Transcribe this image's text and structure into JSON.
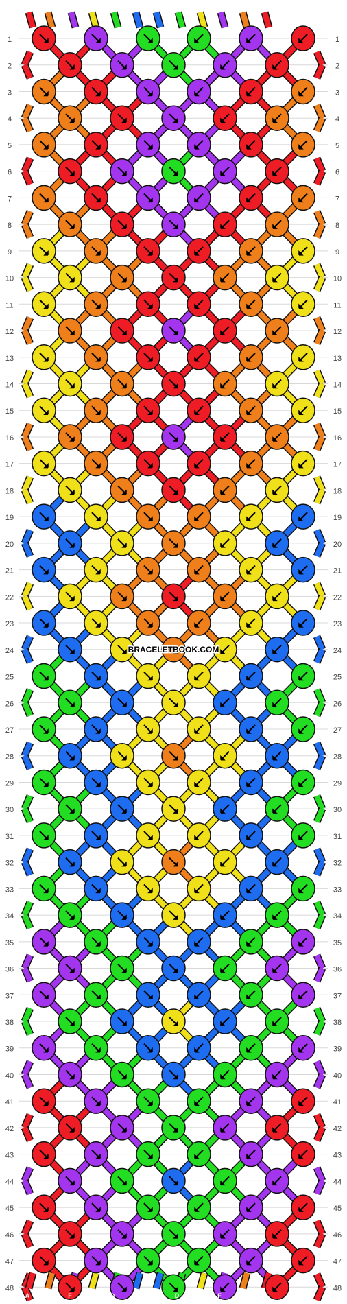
{
  "watermark": "BRACELETBOOK.COM",
  "colors": {
    "A": "#ee1c25",
    "B": "#ee7f1b",
    "C": "#f0e01a",
    "D": "#22dd22",
    "E": "#1e6cf0",
    "F": "#a435ee"
  },
  "string_letters": [
    "A",
    "B",
    "F",
    "C",
    "D",
    "E",
    "E",
    "D",
    "C",
    "F",
    "B",
    "A"
  ],
  "row_numbers": [
    "1",
    "2",
    "3",
    "4",
    "5",
    "6",
    "7",
    "8",
    "9",
    "10",
    "11",
    "12",
    "13",
    "14",
    "15",
    "16",
    "17",
    "18",
    "19",
    "20",
    "21",
    "22",
    "23",
    "24",
    "25",
    "26",
    "27",
    "28",
    "29",
    "30",
    "31",
    "32",
    "33",
    "34",
    "35",
    "36",
    "37",
    "38",
    "39",
    "40",
    "41",
    "42",
    "43",
    "44",
    "45",
    "46",
    "47",
    "48"
  ],
  "pattern": {
    "rows": [
      {
        "row": 1,
        "knots": [
          "A",
          "F",
          "D",
          "D",
          "F",
          "A"
        ]
      },
      {
        "row": 2,
        "knots": [
          "A",
          "F",
          "D",
          "F",
          "A"
        ]
      },
      {
        "row": 3,
        "knots": [
          "B",
          "A",
          "F",
          "F",
          "A",
          "B"
        ]
      },
      {
        "row": 4,
        "knots": [
          "B",
          "A",
          "F",
          "A",
          "B"
        ]
      },
      {
        "row": 5,
        "knots": [
          "B",
          "A",
          "F",
          "F",
          "A",
          "B"
        ]
      },
      {
        "row": 6,
        "knots": [
          "A",
          "F",
          "D",
          "F",
          "A"
        ]
      },
      {
        "row": 7,
        "knots": [
          "B",
          "A",
          "F",
          "F",
          "A",
          "B"
        ]
      },
      {
        "row": 8,
        "knots": [
          "B",
          "A",
          "F",
          "A",
          "B"
        ]
      },
      {
        "row": 9,
        "knots": [
          "C",
          "B",
          "A",
          "A",
          "B",
          "C"
        ]
      },
      {
        "row": 10,
        "knots": [
          "C",
          "B",
          "A",
          "B",
          "C"
        ]
      },
      {
        "row": 11,
        "knots": [
          "C",
          "B",
          "A",
          "A",
          "B",
          "C"
        ]
      },
      {
        "row": 12,
        "knots": [
          "B",
          "A",
          "F",
          "A",
          "B"
        ]
      },
      {
        "row": 13,
        "knots": [
          "C",
          "B",
          "A",
          "A",
          "B",
          "C"
        ]
      },
      {
        "row": 14,
        "knots": [
          "C",
          "B",
          "A",
          "B",
          "C"
        ]
      },
      {
        "row": 15,
        "knots": [
          "C",
          "B",
          "A",
          "A",
          "B",
          "C"
        ]
      },
      {
        "row": 16,
        "knots": [
          "B",
          "A",
          "F",
          "A",
          "B"
        ]
      },
      {
        "row": 17,
        "knots": [
          "C",
          "B",
          "A",
          "A",
          "B",
          "C"
        ]
      },
      {
        "row": 18,
        "knots": [
          "C",
          "B",
          "A",
          "B",
          "C"
        ]
      },
      {
        "row": 19,
        "knots": [
          "E",
          "C",
          "B",
          "B",
          "C",
          "E"
        ]
      },
      {
        "row": 20,
        "knots": [
          "E",
          "C",
          "B",
          "C",
          "E"
        ]
      },
      {
        "row": 21,
        "knots": [
          "E",
          "C",
          "B",
          "B",
          "C",
          "E"
        ]
      },
      {
        "row": 22,
        "knots": [
          "C",
          "B",
          "A",
          "B",
          "C"
        ]
      },
      {
        "row": 23,
        "knots": [
          "E",
          "C",
          "B",
          "B",
          "C",
          "E"
        ]
      },
      {
        "row": 24,
        "knots": [
          "E",
          "C",
          "B",
          "C",
          "E"
        ]
      },
      {
        "row": 25,
        "knots": [
          "D",
          "E",
          "C",
          "C",
          "E",
          "D"
        ]
      },
      {
        "row": 26,
        "knots": [
          "D",
          "E",
          "C",
          "E",
          "D"
        ]
      },
      {
        "row": 27,
        "knots": [
          "D",
          "E",
          "C",
          "C",
          "E",
          "D"
        ]
      },
      {
        "row": 28,
        "knots": [
          "E",
          "C",
          "B",
          "C",
          "E"
        ]
      },
      {
        "row": 29,
        "knots": [
          "D",
          "E",
          "C",
          "C",
          "E",
          "D"
        ]
      },
      {
        "row": 30,
        "knots": [
          "D",
          "E",
          "C",
          "E",
          "D"
        ]
      },
      {
        "row": 31,
        "knots": [
          "D",
          "E",
          "C",
          "C",
          "E",
          "D"
        ]
      },
      {
        "row": 32,
        "knots": [
          "E",
          "C",
          "B",
          "C",
          "E"
        ]
      },
      {
        "row": 33,
        "knots": [
          "D",
          "E",
          "C",
          "C",
          "E",
          "D"
        ]
      },
      {
        "row": 34,
        "knots": [
          "D",
          "E",
          "C",
          "E",
          "D"
        ]
      },
      {
        "row": 35,
        "knots": [
          "F",
          "D",
          "E",
          "E",
          "D",
          "F"
        ]
      },
      {
        "row": 36,
        "knots": [
          "F",
          "D",
          "E",
          "D",
          "F"
        ]
      },
      {
        "row": 37,
        "knots": [
          "F",
          "D",
          "E",
          "E",
          "D",
          "F"
        ]
      },
      {
        "row": 38,
        "knots": [
          "D",
          "E",
          "C",
          "E",
          "D"
        ]
      },
      {
        "row": 39,
        "knots": [
          "F",
          "D",
          "E",
          "E",
          "D",
          "F"
        ]
      },
      {
        "row": 40,
        "knots": [
          "F",
          "D",
          "E",
          "D",
          "F"
        ]
      },
      {
        "row": 41,
        "knots": [
          "A",
          "F",
          "D",
          "D",
          "F",
          "A"
        ]
      },
      {
        "row": 42,
        "knots": [
          "A",
          "F",
          "D",
          "F",
          "A"
        ]
      },
      {
        "row": 43,
        "knots": [
          "A",
          "F",
          "D",
          "D",
          "F",
          "A"
        ]
      },
      {
        "row": 44,
        "knots": [
          "F",
          "D",
          "E",
          "D",
          "F"
        ]
      },
      {
        "row": 45,
        "knots": [
          "A",
          "F",
          "D",
          "D",
          "F",
          "A"
        ]
      },
      {
        "row": 46,
        "knots": [
          "A",
          "F",
          "D",
          "F",
          "A"
        ]
      },
      {
        "row": 47,
        "knots": [
          "A",
          "F",
          "D",
          "D",
          "F",
          "A"
        ]
      },
      {
        "row": 48,
        "knots": [
          "A",
          "F",
          "D",
          "F",
          "A"
        ]
      }
    ]
  }
}
